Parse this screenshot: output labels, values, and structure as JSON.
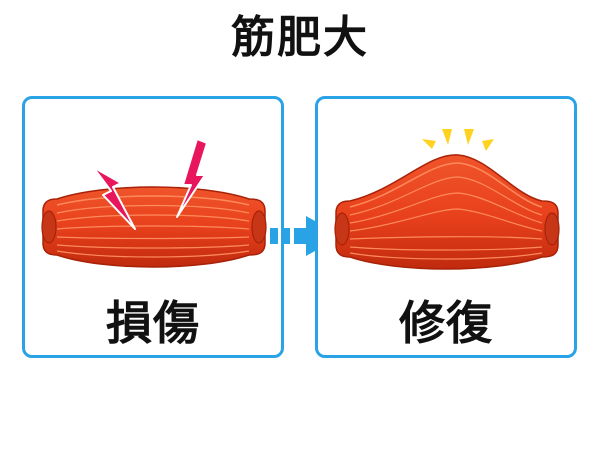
{
  "title": "筋肥大",
  "panels": [
    {
      "label": "損傷"
    },
    {
      "label": "修復"
    }
  ],
  "colors": {
    "panel_border": "#29a3e6",
    "arrow": "#29a3e6",
    "muscle_fill": "#e8401c",
    "muscle_dark": "#c02a0e",
    "muscle_light": "#ff7a4e",
    "damage_lightning": "#e8175d",
    "growth_marks": "#ffd21f"
  },
  "icons": {
    "damage": "lightning-bolt-icon",
    "flow": "right-arrow-icon",
    "growth": "sparkle-burst-icon"
  }
}
